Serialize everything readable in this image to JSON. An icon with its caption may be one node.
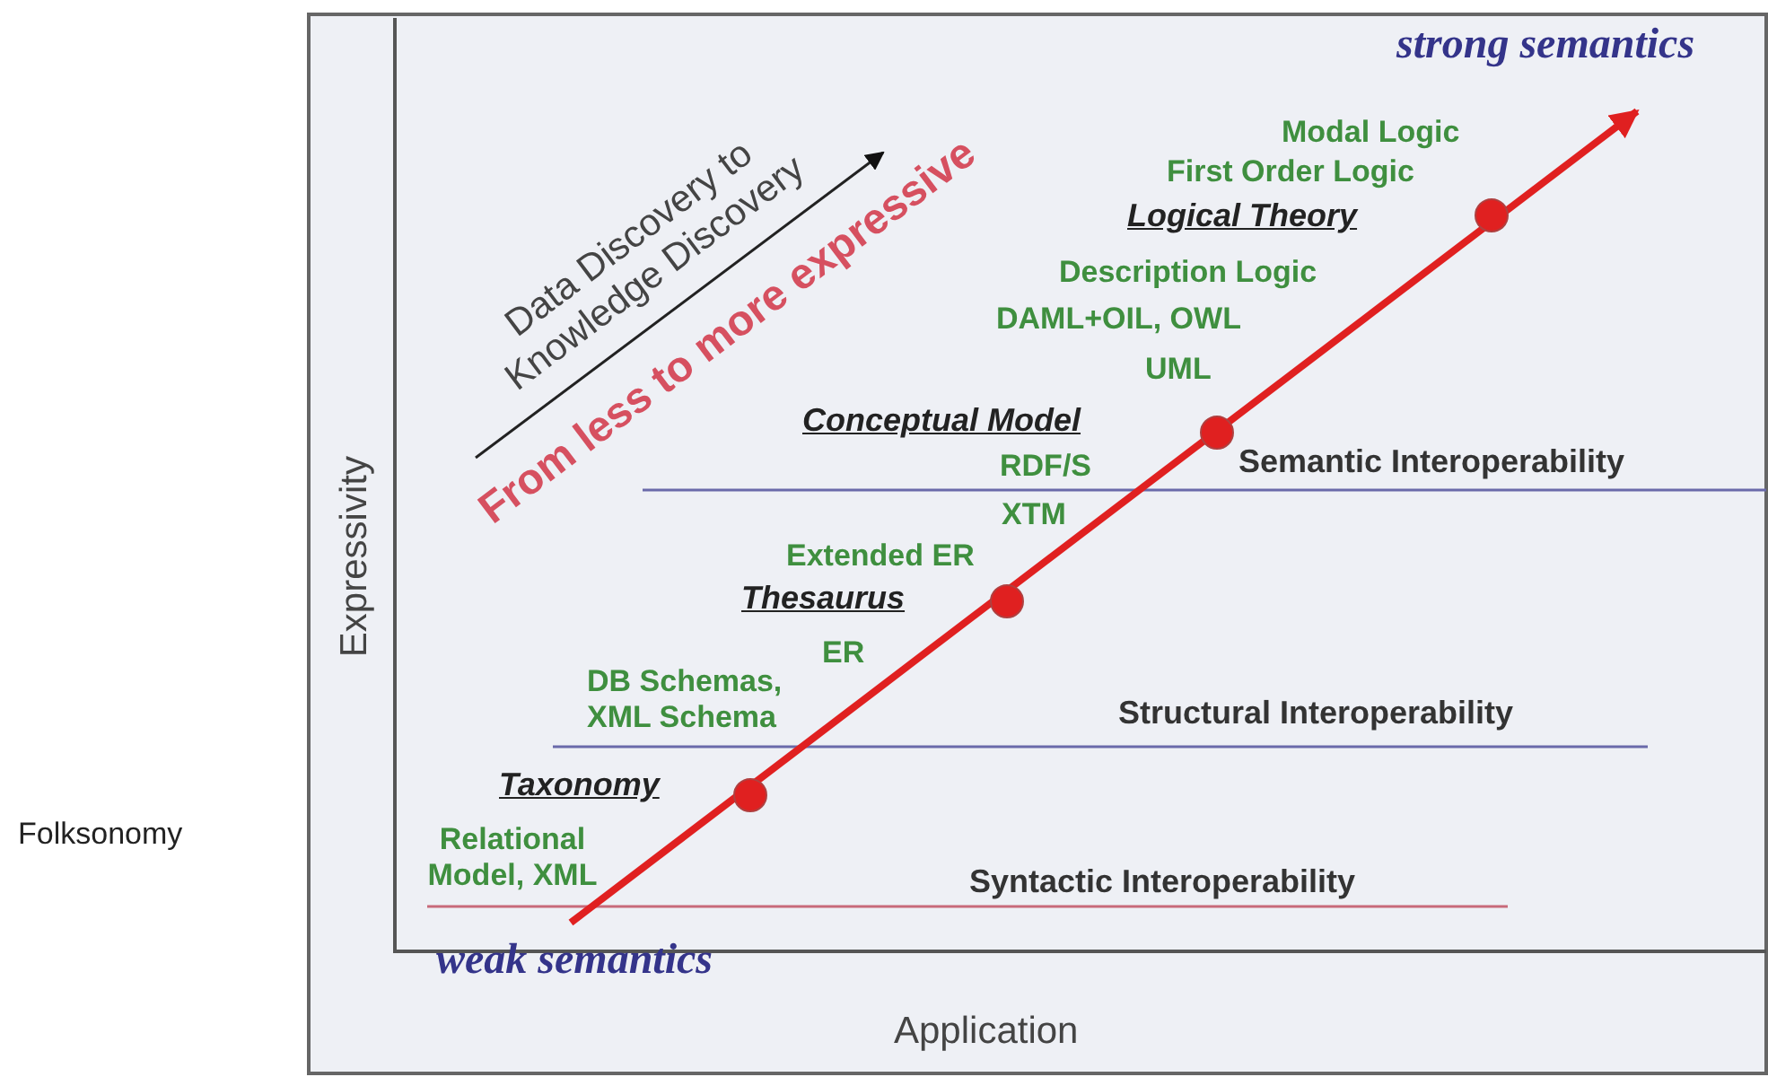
{
  "diagram": {
    "labels": [
      "strong semantics",
      "Modal Logic",
      "First Order Logic",
      "Data Discovery to Knowledge Discovery",
      "From less to more expressive",
      "Logical Theory",
      "Description Logic",
      "DAML+OIL, OWL",
      "UML",
      "Conceptual Model",
      "Semantic Interoperability",
      "RDF/S",
      "Expressivity",
      "XTM",
      "Extended ER",
      "Thesaurus",
      "ER",
      "DB Schemas, XML Schema",
      "Structural Interoperability",
      "Taxonomy",
      "Folksonomy",
      "Relational Model, XML",
      "Syntactic Interoperability",
      "weak semantics",
      "Application"
    ]
  }
}
